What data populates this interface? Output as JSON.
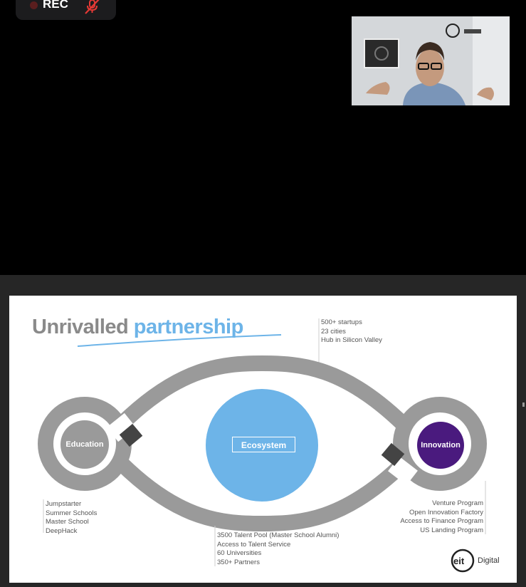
{
  "recording": {
    "label": "REC",
    "mic_icon": "mic-muted-icon",
    "accent": "#e53935"
  },
  "video": {
    "participant_icon": "participant-video"
  },
  "slide": {
    "title_part1": "Unrivalled",
    "title_part2": "partnership",
    "top_stats": [
      "500+ startups",
      "23 cities",
      "Hub in Silicon Valley"
    ],
    "education": {
      "label": "Education",
      "items": [
        "Jumpstarter",
        "Summer Schools",
        "Master School",
        "DeepHack"
      ]
    },
    "ecosystem": {
      "label": "Ecosystem",
      "items": [
        "3500 Talent Pool (Master School Alumni)",
        "Access to Talent Service",
        "60 Universities",
        "350+ Partners"
      ]
    },
    "innovation": {
      "label": "Innovation",
      "items": [
        "Venture Program",
        "Open Innovation Factory",
        "Access to Finance Program",
        "US Landing Program"
      ]
    },
    "logo_text": "Digital",
    "colors": {
      "gray": "#8a8a8a",
      "blue": "#6db4e8",
      "purple": "#4a1a7e",
      "track": "#9a9a9a"
    }
  }
}
